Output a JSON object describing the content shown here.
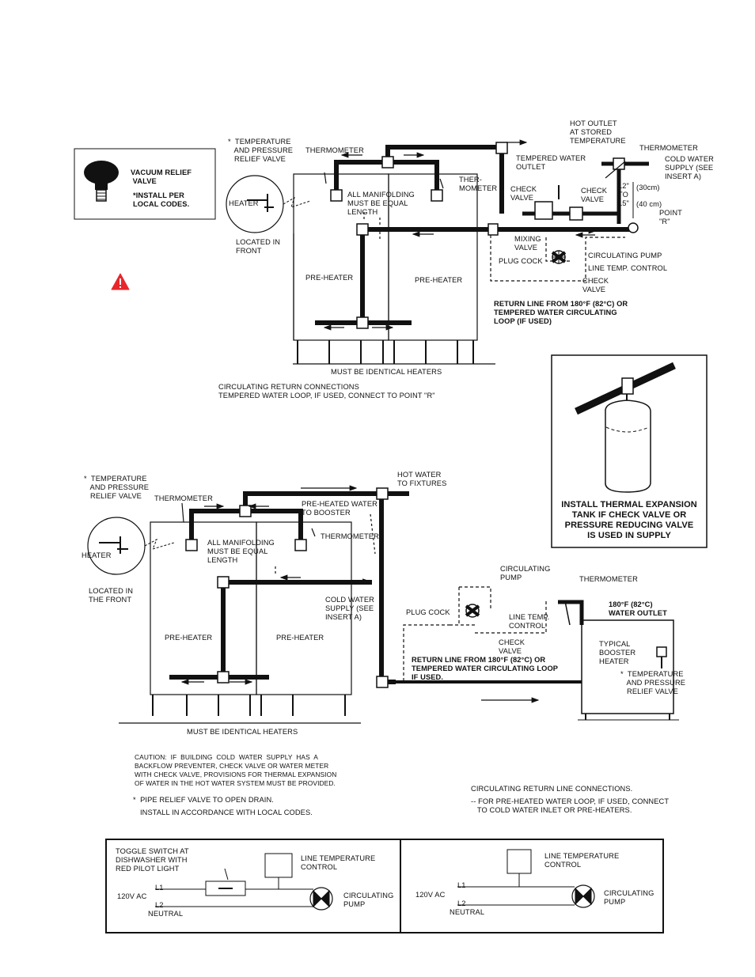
{
  "colors": {
    "ink": "#111111",
    "warning": "#e8262b",
    "paper": "#ffffff"
  },
  "vacuum_insert": {
    "title": "VACUUM RELIEF\n VALVE",
    "note": "*INSTALL PER\nLOCAL CODES."
  },
  "top_diagram": {
    "hot_outlet": "HOT OUTLET\nAT STORED\nTEMPERATURE",
    "thermometer_right": "THERMOMETER",
    "cold_supply": "COLD WATER\nSUPPLY (SEE\nINSERT A)",
    "tempered_outlet": "TEMPERED WATER\nOUTLET",
    "check_valve_1": "CHECK\nVALVE",
    "check_valve_2": "CHECK\nVALVE",
    "dim_12": "12\"\nTO\n15\"",
    "dim_30": "(30cm)",
    "dim_40": "(40 cm)",
    "point_r": "POINT\n\"R\"",
    "tp_valve": "*  TEMPERATURE\n   AND PRESSURE\n   RELIEF VALVE",
    "thermometer_left": "THERMOMETER",
    "thermometer_mid": "THER-\nMOMETER",
    "heater": "HEATER",
    "manifolding": "ALL MANIFOLDING\nMUST BE EQUAL\nLENGTH",
    "located": "LOCATED IN\nFRONT",
    "mixing_valve": "MIXING\nVALVE",
    "plug_cock": "PLUG COCK",
    "circ_pump": "CIRCULATING PUMP",
    "line_temp": "LINE TEMP. CONTROL",
    "check_valve_3": "CHECK\nVALVE",
    "pre_heater_1": "PRE-HEATER",
    "pre_heater_2": "PRE-HEATER",
    "return_line": "RETURN LINE FROM 180°F (82°C) OR\nTEMPERED WATER CIRCULATING\nLOOP (IF USED)",
    "identical": "MUST BE IDENTICAL HEATERS",
    "caption": "CIRCULATING RETURN CONNECTIONS\nTEMPERED WATER LOOP, IF USED, CONNECT TO POINT \"R\""
  },
  "expansion_insert": {
    "text": "INSTALL THERMAL EXPANSION\nTANK IF CHECK VALVE OR\nPRESSURE REDUCING VALVE\nIS USED IN SUPPLY"
  },
  "bottom_diagram": {
    "tp_valve": "*  TEMPERATURE\n   AND PRESSURE\n   RELIEF VALVE",
    "thermometer_left": "THERMOMETER",
    "hot_water": "HOT WATER\nTO FIXTURES",
    "pre_heated": "PRE-HEATED WATER\nTO BOOSTER",
    "thermometer_mid": "THERMOMETER",
    "heater": "HEATER",
    "manifolding": "ALL MANIFOLDING\nMUST BE EQUAL\nLENGTH",
    "located": "LOCATED IN\nTHE FRONT",
    "cold_supply": "COLD WATER\nSUPPLY (SEE\nINSERT A)",
    "circ_pump": "CIRCULATING\nPUMP",
    "thermometer_right": "THERMOMETER",
    "outlet_180": "180°F (82°C)\nWATER OUTLET",
    "plug_cock": "PLUG COCK",
    "line_temp": "LINE TEMP.\nCONTROL",
    "check_valve": "CHECK\nVALVE",
    "booster": "TYPICAL\nBOOSTER\nHEATER",
    "tp_valve_right": "*  TEMPERATURE\n   AND PRESSURE\n   RELIEF VALVE",
    "pre_heater_1": "PRE-HEATER",
    "pre_heater_2": "PRE-HEATER",
    "return_line": "RETURN LINE FROM 180°F (82°C) OR\nTEMPERED WATER CIRCULATING LOOP\nIF USED.",
    "identical": "MUST BE IDENTICAL HEATERS",
    "caution": "CAUTION:  IF  BUILDING  COLD  WATER  SUPPLY  HAS  A\nBACKFLOW PREVENTER, CHECK VALVE OR WATER METER\nWITH CHECK VALVE, PROVISIONS FOR THERMAL EXPANSION\nOF WATER IN THE HOT WATER SYSTEM MUST BE PROVIDED.",
    "pipe_relief": "*  PIPE RELIEF VALVE TO OPEN DRAIN.",
    "install_local": "INSTALL IN ACCORDANCE WITH LOCAL CODES.",
    "circ_return": "CIRCULATING RETURN LINE CONNECTIONS.",
    "pre_loop": "-- FOR PRE-HEATED WATER LOOP, IF USED, CONNECT\n   TO COLD WATER INLET OR PRE-HEATERS."
  },
  "wiring": {
    "left": {
      "toggle": "TOGGLE SWITCH AT\nDISHWASHER WITH\nRED PILOT LIGHT",
      "line_temp": "LINE TEMPERATURE\nCONTROL",
      "l1": "L1",
      "l2": "L2",
      "v120": "120V AC",
      "neutral": "NEUTRAL",
      "pump": "CIRCULATING\nPUMP"
    },
    "right": {
      "line_temp": "LINE TEMPERATURE\nCONTROL",
      "l1": "L1",
      "l2": "L2",
      "v120": "120V AC",
      "neutral": "NEUTRAL",
      "pump": "CIRCULATING\nPUMP"
    }
  }
}
